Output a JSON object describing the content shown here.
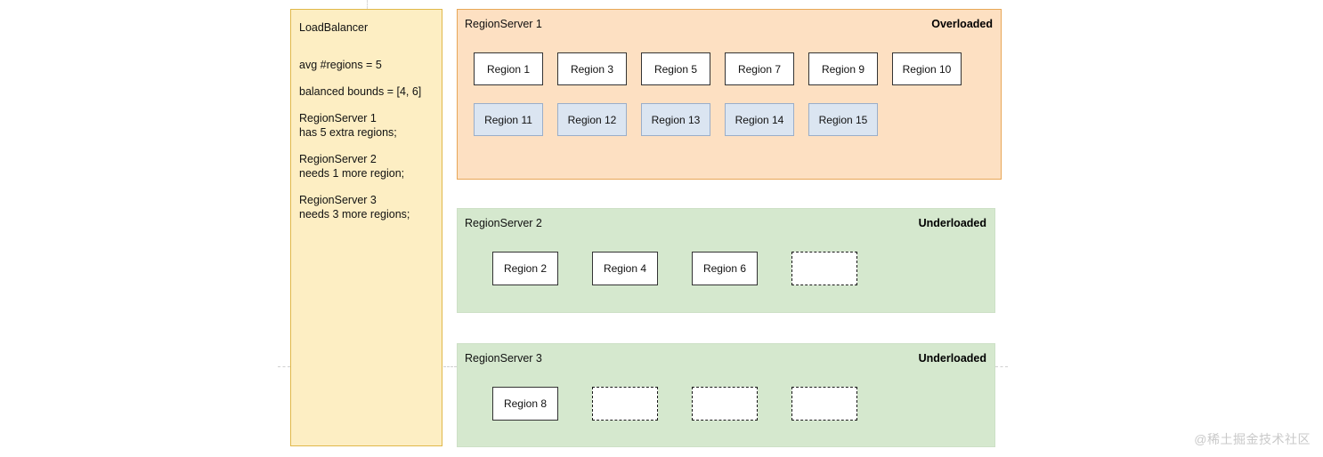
{
  "loadbalancer": {
    "title": "LoadBalancer",
    "blocks": [
      {
        "lines": [
          "avg #regions = 5"
        ]
      },
      {
        "lines": [
          "balanced bounds = [4, 6]"
        ]
      },
      {
        "lines": [
          "RegionServer 1",
          "has 5 extra regions;"
        ]
      },
      {
        "lines": [
          "RegionServer 2",
          "needs 1 more region;"
        ]
      },
      {
        "lines": [
          "RegionServer 3",
          "needs 3 more regions;"
        ]
      }
    ]
  },
  "servers": [
    {
      "title": "RegionServer 1",
      "status": "Overloaded",
      "state": "overloaded",
      "fill": "#fde0c2",
      "border": "#e8a757",
      "rows": [
        {
          "style": "white",
          "regions": [
            "Region 1",
            "Region 3",
            "Region 5",
            "Region 7",
            "Region 9",
            "Region 10"
          ]
        },
        {
          "style": "blue",
          "regions": [
            "Region 11",
            "Region 12",
            "Region 13",
            "Region 14",
            "Region 15"
          ]
        }
      ]
    },
    {
      "title": "RegionServer 2",
      "status": "Underloaded",
      "state": "underloaded",
      "fill": "#d5e8ce",
      "border": "#cde0c6",
      "rows": [
        {
          "style": "plain",
          "regions": [
            "Region 2",
            "Region 4",
            "Region 6"
          ],
          "empty_slots": 1
        }
      ]
    },
    {
      "title": "RegionServer 3",
      "status": "Underloaded",
      "state": "underloaded",
      "fill": "#d5e8ce",
      "border": "#cde0c6",
      "rows": [
        {
          "style": "plain",
          "regions": [
            "Region 8"
          ],
          "empty_slots": 3
        }
      ]
    }
  ],
  "watermark": "@稀土掘金技术社区"
}
